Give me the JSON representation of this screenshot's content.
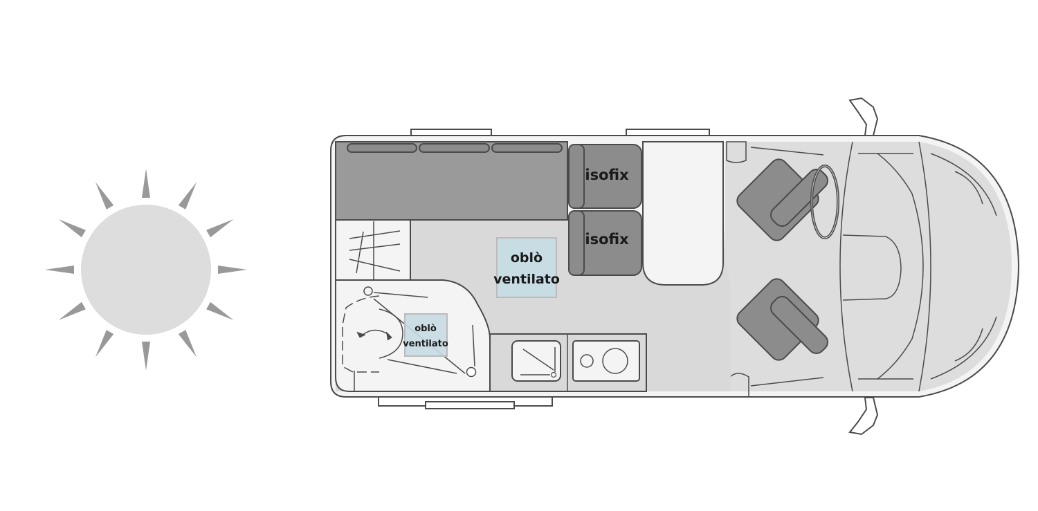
{
  "labels": {
    "isofix_upper": "isofix",
    "isofix_lower": "isofix",
    "skylight_main_line1": "oblò",
    "skylight_main_line2": "ventilato",
    "skylight_bath_line1": "oblò",
    "skylight_bath_line2": "ventilato"
  },
  "colors": {
    "body": "#f4f4f4",
    "floor": "#d9d9d9",
    "cushion": "#9a9a9a",
    "seat": "#8c8c8c",
    "outline": "#4a4a4a",
    "skylight": "#c8dce3",
    "sun": "#dddddd",
    "ray": "#999999"
  }
}
